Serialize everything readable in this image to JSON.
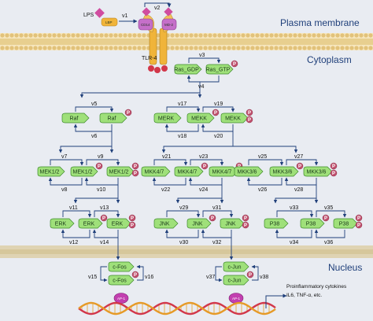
{
  "regions": {
    "membrane": "Plasma membrane",
    "cytoplasm": "Cytoplasm",
    "nucleus": "Nucleus"
  },
  "receptor": {
    "lps": "LPS",
    "lbp": "LBP",
    "cd14": "CD14",
    "md2": "MD-2",
    "tlr4": "TLR-4"
  },
  "nodes": {
    "ras_gdp": "Ras_GDP",
    "ras_gtp": "Ras_GTP",
    "raf": "Raf",
    "merk": "MERK",
    "mekk": "MEKK",
    "mek12": "MEK1/2",
    "mkk47": "MKK4/7",
    "mkk36": "MKK3/6",
    "erk": "ERK",
    "jnk": "JNK",
    "p38": "P38",
    "cfos": "c-Fos",
    "cjun": "c-Jun",
    "ap1": "AP-1",
    "phospho": "P"
  },
  "reactions": {
    "v1": "v1",
    "v2": "v2",
    "v3": "v3",
    "v4": "v4",
    "v5": "v5",
    "v6": "v6",
    "v7": "v7",
    "v8": "v8",
    "v9": "v9",
    "v10": "v10",
    "v11": "v11",
    "v12": "v12",
    "v13": "v13",
    "v14": "v14",
    "v15": "v15",
    "v16": "v16",
    "v17": "v17",
    "v18": "v18",
    "v19": "v19",
    "v20": "v20",
    "v21": "v21",
    "v22": "v22",
    "v23": "v23",
    "v24": "v24",
    "v25": "v25",
    "v26": "v26",
    "v27": "v27",
    "v28": "v28",
    "v29": "v29",
    "v30": "v30",
    "v31": "v31",
    "v32": "v32",
    "v33": "v33",
    "v34": "v34",
    "v35": "v35",
    "v36": "v36",
    "v37": "v37",
    "v38": "v38"
  },
  "output": {
    "line1": "Proinflammatory cytokines",
    "line2": "IL6, TNF-α, etc."
  },
  "colors": {
    "background": "#e9ecf2",
    "node_fill": "#9fe07a",
    "node_stroke": "#3d8a2a",
    "phospho": "#c0506e",
    "arrow": "#1f3f7a",
    "membrane": "#e2c27a",
    "tlr4": "#f0b43a",
    "cd14": "#c56fc9",
    "ap1": "#c23fb0"
  }
}
